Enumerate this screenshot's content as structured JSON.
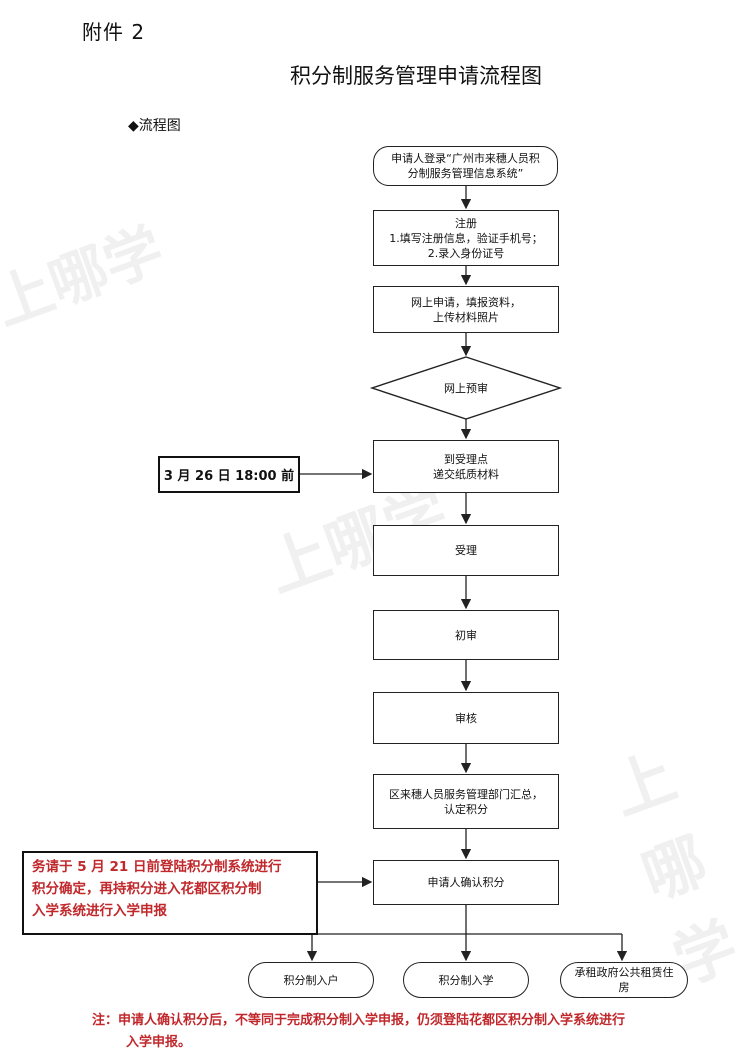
{
  "annex": "附件 2",
  "title": "积分制服务管理申请流程图",
  "section_label": "◆流程图",
  "watermark": "上哪学",
  "steps": {
    "login": [
      "申请人登录“广州市来穗人员积",
      "分制服务管理信息系统”"
    ],
    "register": [
      "注册",
      "1.填写注册信息，验证手机号；",
      "2.录入身份证号"
    ],
    "apply": [
      "网上申请，填报资料，",
      "上传材料照片"
    ],
    "pre_review": "网上预审",
    "submit": [
      "到受理点",
      "递交纸质材料"
    ],
    "accept": "受理",
    "first_review": "初审",
    "audit": "审核",
    "summary": [
      "区来穗人员服务管理部门汇总，",
      "认定积分"
    ],
    "confirm": "申请人确认积分",
    "outcome_household": "积分制入户",
    "outcome_school": "积分制入学",
    "outcome_housing": [
      "承租政府公共租赁住",
      "房"
    ]
  },
  "deadline_note": "3 月 26 日 18:00 前",
  "reminder_note": [
    "务请于 5 月 21 日前登陆积分制系统进行",
    "积分确定，再持积分进入花都区积分制",
    "入学系统进行入学申报"
  ],
  "footnote": [
    "注：申请人确认积分后，不等同于完成积分制入学申报，仍须登陆花都区积分制入学系统进行",
    "入学申报。"
  ],
  "colors": {
    "note_red": "#c0282c",
    "line": "#222222"
  }
}
